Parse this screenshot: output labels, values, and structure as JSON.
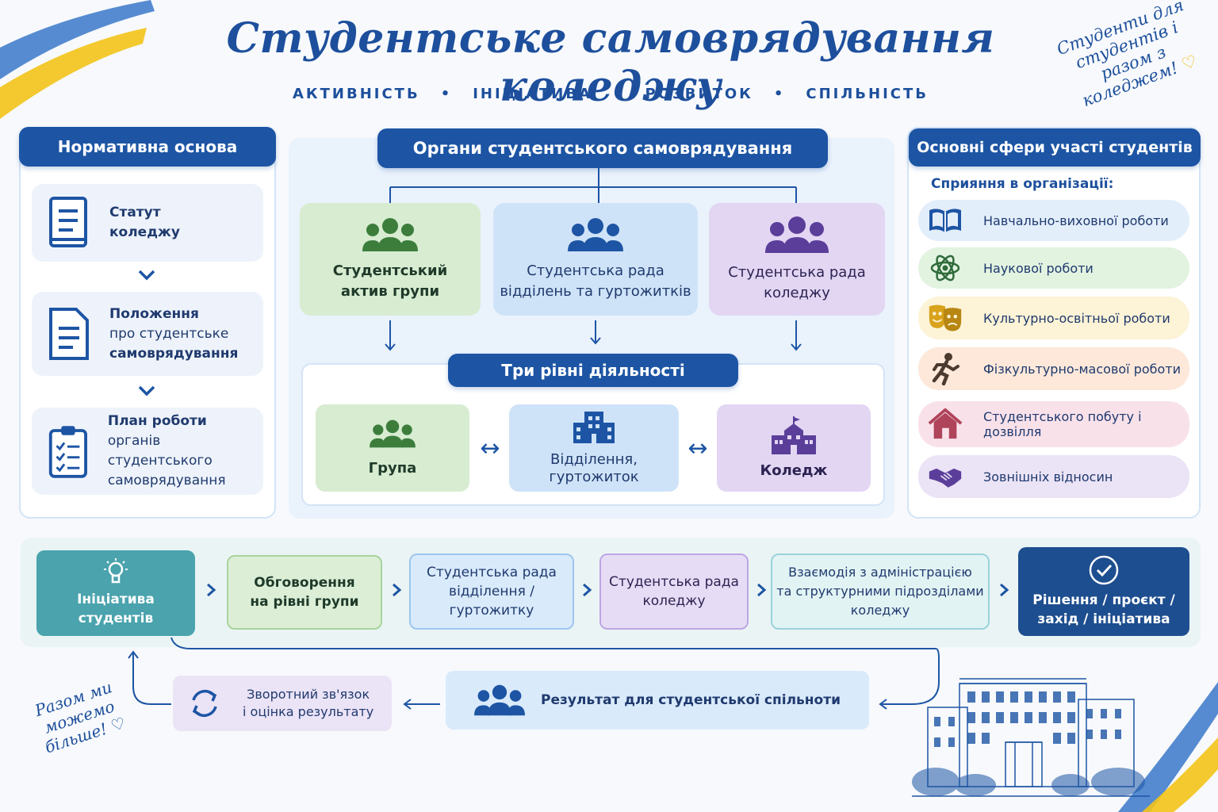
{
  "header": {
    "title": "Студентське самоврядування коледжу",
    "values": [
      "АКТИВНІСТЬ",
      "ІНІЦІАТИВА",
      "РОЗВИТОК",
      "СПІЛЬНІСТЬ"
    ],
    "separator": "•"
  },
  "slogans": {
    "top": "Студенти для студентів і разом з коледжем!",
    "bottom": "Разом ми можемо більше!"
  },
  "normative": {
    "title": "Нормативна основа",
    "items": [
      {
        "line1": "Статут",
        "line2": "коледжу",
        "line3": ""
      },
      {
        "line1": "Положення",
        "line2": "про студентське",
        "line3": "самоврядування"
      },
      {
        "line1": "План роботи",
        "line2": "органів студентського",
        "line3": "самоврядування"
      }
    ],
    "chevron": "⌄"
  },
  "organs": {
    "title": "Органи студентського самоврядування",
    "items": [
      {
        "line1": "Студентський",
        "line2": "актив групи"
      },
      {
        "line1": "Студентська рада",
        "line2": "відділень та гуртожитків"
      },
      {
        "line1": "Студентська рада",
        "line2": "коледжу"
      }
    ],
    "levels_title": "Три рівні діяльності",
    "levels": [
      {
        "line1": "Група",
        "line2": ""
      },
      {
        "line1": "Відділення,",
        "line2": "гуртожиток"
      },
      {
        "line1": "Коледж",
        "line2": ""
      }
    ],
    "bidir": "↔",
    "down": "↓"
  },
  "spheres": {
    "title": "Основні сфери участі студентів",
    "intro": "Сприяння в організації:",
    "items": [
      {
        "label": "Навчально-виховної роботи",
        "icon": "book-icon",
        "color": "#e3eefb"
      },
      {
        "label": "Наукової роботи",
        "icon": "atom-icon",
        "color": "#e2f3e0"
      },
      {
        "label": "Культурно-освітньої роботи",
        "icon": "theater-masks-icon",
        "color": "#fdf3d6"
      },
      {
        "label": "Фізкультурно-масової роботи",
        "icon": "running-icon",
        "color": "#fde8da"
      },
      {
        "label": "Студентського побуту і дозвілля",
        "icon": "house-icon",
        "color": "#f9e1ea"
      },
      {
        "label": "Зовнішніх відносин",
        "icon": "handshake-icon",
        "color": "#ebe3f6"
      }
    ]
  },
  "process": {
    "steps": [
      {
        "line1": "Ініціатива",
        "line2": "студентів",
        "line3": ""
      },
      {
        "line1": "Обговорення",
        "line2": "на рівні групи",
        "line3": ""
      },
      {
        "line1": "Студентська рада",
        "line2": "відділення /",
        "line3": "гуртожитку"
      },
      {
        "line1": "Студентська рада",
        "line2": "коледжу",
        "line3": ""
      },
      {
        "line1": "Взаємодія з адміністрацією",
        "line2": "та структурними підрозділами",
        "line3": "коледжу"
      },
      {
        "line1": "Рішення / проєкт /",
        "line2": "захід / ініціатива",
        "line3": ""
      }
    ],
    "result": "Результат для студентської спільноти",
    "feedback": {
      "line1": "Зворотний зв'язок",
      "line2": "і оцінка результату"
    },
    "arrow": "➔"
  },
  "colors": {
    "brand": "#1d55a4",
    "green": "#d7ecd0",
    "blue": "#cfe3f8",
    "purple": "#e2d6f3",
    "teal": "#4aa3ad",
    "dark": "#1d4e8f",
    "ukraine_blue": "#3a78c9",
    "ukraine_yellow": "#f2c318"
  }
}
